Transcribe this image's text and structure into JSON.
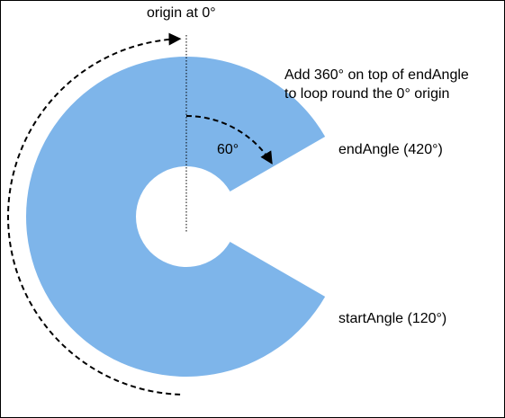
{
  "diagram": {
    "origin_label": "origin at 0°",
    "annotation_lines": [
      "Add 360° on top of endAngle",
      "to loop round the 0° origin"
    ],
    "sweep_label": "60°",
    "end_label": "endAngle (420°)",
    "start_label": "startAngle (120°)",
    "start_angle_deg": 120,
    "end_angle_deg": 420,
    "colors": {
      "fill": "#7eb5ea",
      "line": "#000000",
      "background": "#ffffff"
    }
  }
}
